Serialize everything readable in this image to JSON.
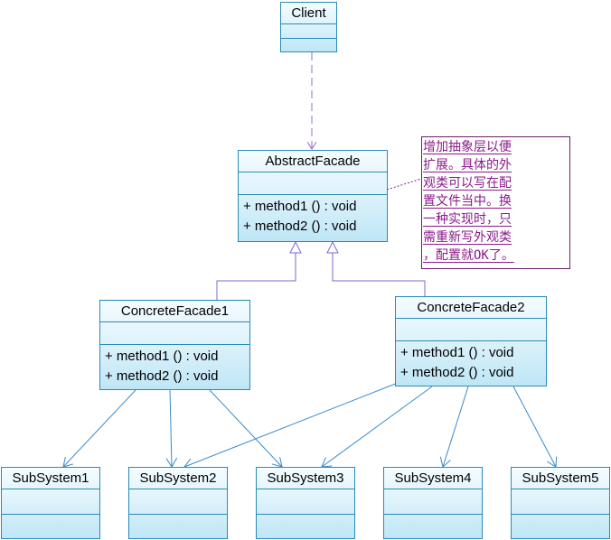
{
  "diagram": {
    "client": {
      "name": "Client"
    },
    "abstract_facade": {
      "name": "AbstractFacade",
      "operations": [
        "+ method1 ()  : void",
        "+ method2 ()  : void"
      ]
    },
    "concrete_facade_1": {
      "name": "ConcreteFacade1",
      "operations": [
        "+ method1 ()  : void",
        "+ method2 ()  : void"
      ]
    },
    "concrete_facade_2": {
      "name": "ConcreteFacade2",
      "operations": [
        "+ method1 ()  : void",
        "+ method2 ()  : void"
      ]
    },
    "subsystems": [
      "SubSystem1",
      "SubSystem2",
      "SubSystem3",
      "SubSystem4",
      "SubSystem5"
    ],
    "note": {
      "lines": [
        "增加抽象层以便",
        "扩展。具体的外",
        "观类可以写在配",
        "置文件当中。换",
        "一种实现时，只",
        "需重新写外观类",
        "，配置就OK了。"
      ]
    }
  },
  "colors": {
    "class_border": "#2a8bb8",
    "class_fill_top": "#f4fcff",
    "class_fill_bottom": "#bfe6f6",
    "dependency_line": "#9b6bd1",
    "association_line": "#3a8ac8",
    "generalization_line": "#7a6bd0",
    "note_border": "#6a1f6a",
    "note_text": "#8b1a8b"
  }
}
